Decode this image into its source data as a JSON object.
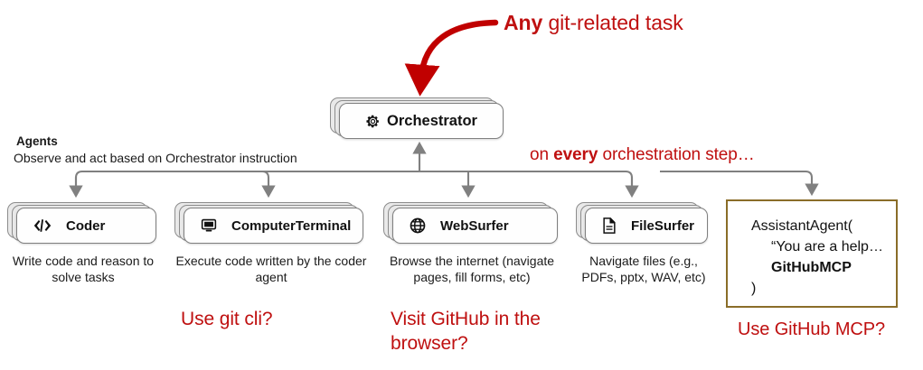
{
  "diagram": {
    "title_callout": {
      "strong": "Any",
      "rest": " git-related task",
      "color": "#bf1010"
    },
    "step_callout": {
      "pre": "on ",
      "strong": "every",
      "rest": " orchestration step…",
      "color": "#bf1010"
    },
    "agents_legend": {
      "title": "Agents",
      "subtitle": "Observe and act based on Orchestrator instruction"
    },
    "orchestrator": {
      "label": "Orchestrator",
      "icon": "gear-icon"
    },
    "agents": [
      {
        "id": "coder",
        "label": "Coder",
        "icon": "code-brackets-icon",
        "description": "Write code and reason to solve tasks"
      },
      {
        "id": "computerterminal",
        "label": "ComputerTerminal",
        "icon": "monitor-icon",
        "description": "Execute code written by the coder agent"
      },
      {
        "id": "websurfer",
        "label": "WebSurfer",
        "icon": "globe-icon",
        "description": "Browse the internet (navigate pages, fill forms, etc)"
      },
      {
        "id": "filesurfer",
        "label": "FileSurfer",
        "icon": "file-document-icon",
        "description": "Navigate files (e.g., PDFs, pptx, WAV, etc)"
      }
    ],
    "assistant_agent": {
      "line1": "AssistantAgent(",
      "line2": "“You are a help…",
      "line3": "GitHubMCP",
      "line4": ")",
      "border_color": "#8a6d28"
    },
    "questions": [
      {
        "id": "git-cli",
        "text": "Use git cli?"
      },
      {
        "id": "visit-github",
        "text": "Visit GitHub in the browser?"
      },
      {
        "id": "github-mcp",
        "text": "Use GitHub MCP?"
      }
    ],
    "colors": {
      "accent_red": "#bf1010",
      "node_border": "#7f7f7f",
      "node_stack": "#e9e9e9",
      "connector": "#808080",
      "assistant_border": "#8a6d28"
    }
  }
}
